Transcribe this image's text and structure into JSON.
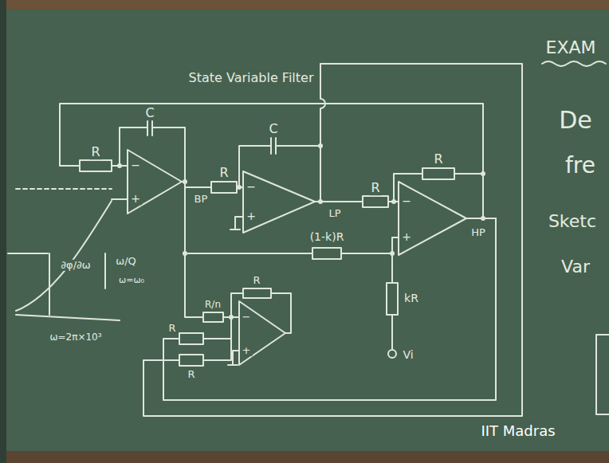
{
  "diagram": {
    "title": "State Variable Filter",
    "labels": [
      "EXAM",
      "De",
      "fre",
      "Sketc",
      "Var",
      "R",
      "C",
      "R",
      "C",
      "R",
      "R",
      "BP",
      "LP",
      "HP",
      "(1-k)R",
      "kR",
      "Vi",
      "R/n",
      "R",
      "R",
      "R",
      "∂φ/∂ω",
      "ω/Q",
      "ω=ω₀",
      "ω=2π×10³",
      "−",
      "+",
      "−",
      "+",
      "−",
      "+",
      "−",
      "+",
      "IIT Madras"
    ]
  }
}
